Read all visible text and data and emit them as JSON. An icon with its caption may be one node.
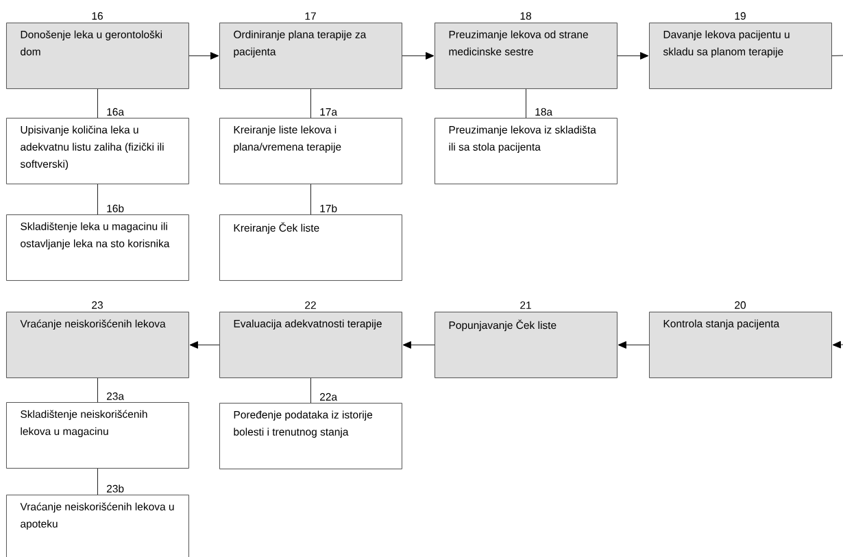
{
  "diagram": {
    "nodes": [
      {
        "text": [
          "Donošenje leka u gerontološki dom"
        ],
        "beside": [
          "16"
        ]
      },
      {
        "text": [
          "Ordiniranje plana terapije za pacijenta"
        ],
        "beside": [
          "17"
        ]
      },
      {
        "text": [
          "Preuzimanje lekova od strane medicinske sestre"
        ],
        "beside": [
          "18"
        ]
      },
      {
        "text": [
          "Davanje lekova pacijentu u skladu sa planom terapije"
        ],
        "beside": [
          "19"
        ]
      },
      {
        "text": [
          "Upisivanje količina leka u adekvatnu listu zaliha (fizički ili softverski)"
        ],
        "beside": [
          "16a"
        ]
      },
      {
        "text": [
          "Kreiranje liste lekova i plana/vremena terapije"
        ],
        "beside": [
          "17a"
        ]
      },
      {
        "text": [
          "Preuzimanje lekova iz skladišta ili sa stola pacijenta"
        ],
        "beside": [
          "18a"
        ]
      },
      {
        "text": [
          "Skladištenje leka u magacinu ili ostavljanje leka na sto korisnika"
        ],
        "beside": [
          "16b"
        ]
      },
      {
        "text": [
          "Kreiranje Ček liste"
        ],
        "beside": [
          "17b"
        ]
      },
      {
        "text": [
          "Vraćanje neiskorišćenih lekova"
        ],
        "beside": [
          "23"
        ]
      },
      {
        "text": [
          "Evaluacija adekvatnosti terapije"
        ],
        "beside": [
          "22"
        ]
      },
      {
        "text": [
          "Popunjavanje Ček liste"
        ],
        "beside": [
          "21"
        ]
      },
      {
        "text": [
          "Kontrola stanja pacijenta"
        ],
        "beside": [
          "20"
        ]
      },
      {
        "text": [
          "Skladištenje neiskorišćenih lekova u magacinu"
        ],
        "beside": [
          "23a"
        ]
      },
      {
        "text": [
          "Poređenje podataka iz istorije bolesti i trenutnog stanja"
        ],
        "beside": [
          "22a"
        ]
      },
      {
        "text": [
          "Vraćanje neiskorišćenih lekova u apoteku"
        ],
        "beside": [
          "23b"
        ]
      }
    ],
    "edges": [
      {
        "from": 0,
        "to": 1,
        "arrow": "to"
      },
      {
        "from": 1,
        "to": 2,
        "arrow": "to"
      },
      {
        "from": 2,
        "to": 3,
        "arrow": "to"
      },
      {
        "from": 3,
        "to": null,
        "arrow": "none"
      },
      {
        "from": null,
        "to": 12,
        "arrow": "to"
      },
      {
        "from": 12,
        "to": 11,
        "arrow": "to"
      },
      {
        "from": 11,
        "to": 10,
        "arrow": "to"
      },
      {
        "from": 10,
        "to": 9,
        "arrow": "to"
      },
      {
        "from": 0,
        "to": 4,
        "arrow": "none"
      },
      {
        "from": 4,
        "to": 7,
        "arrow": "none"
      },
      {
        "from": 1,
        "to": 5,
        "arrow": "none"
      },
      {
        "from": 5,
        "to": 8,
        "arrow": "none"
      },
      {
        "from": 2,
        "to": 6,
        "arrow": "none"
      },
      {
        "from": 10,
        "to": 14,
        "arrow": "none"
      },
      {
        "from": 9,
        "to": 13,
        "arrow": "none"
      },
      {
        "from": 13,
        "to": 15,
        "arrow": "none"
      }
    ]
  }
}
